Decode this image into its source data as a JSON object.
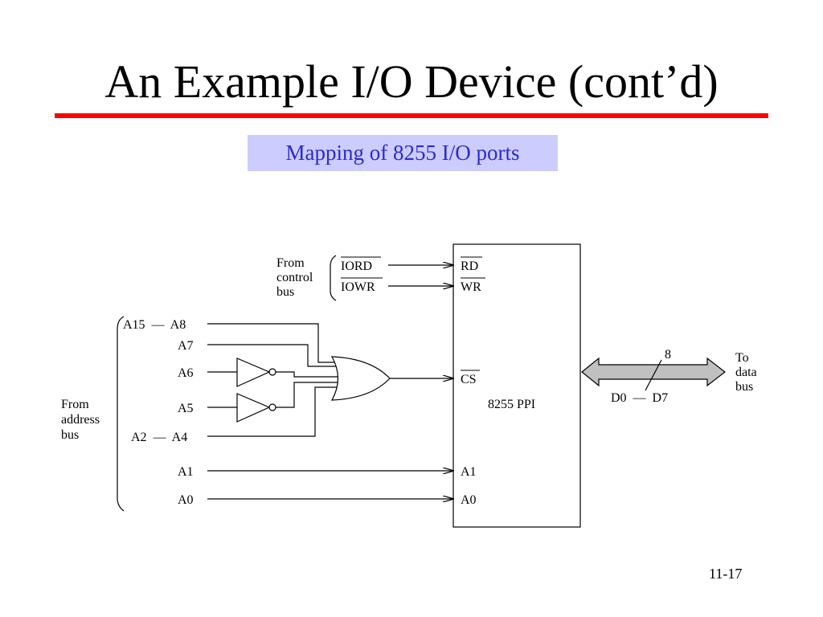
{
  "slide": {
    "title": "An Example I/O Device (cont’d)",
    "subtitle": "Mapping of 8255 I/O ports",
    "page_number": "11-17"
  },
  "diagram": {
    "control_group": [
      "From",
      "control",
      "bus"
    ],
    "address_group": [
      "From",
      "address",
      "bus"
    ],
    "iord": "IORD",
    "iowr": "IOWR",
    "rd": "RD",
    "wr": "WR",
    "cs": "CS",
    "chip": "8255 PPI",
    "addr_a15_a8": "A15  —  A8",
    "addr_a7": "A7",
    "addr_a6": "A6",
    "addr_a5": "A5",
    "addr_a2_a4": "A2  —  A4",
    "addr_a1": "A1",
    "addr_a0": "A0",
    "pin_a1": "A1",
    "pin_a0": "A0",
    "bus_width": "8",
    "data_lines": "D0  —  D7",
    "to_group": [
      "To",
      "data",
      "bus"
    ]
  }
}
